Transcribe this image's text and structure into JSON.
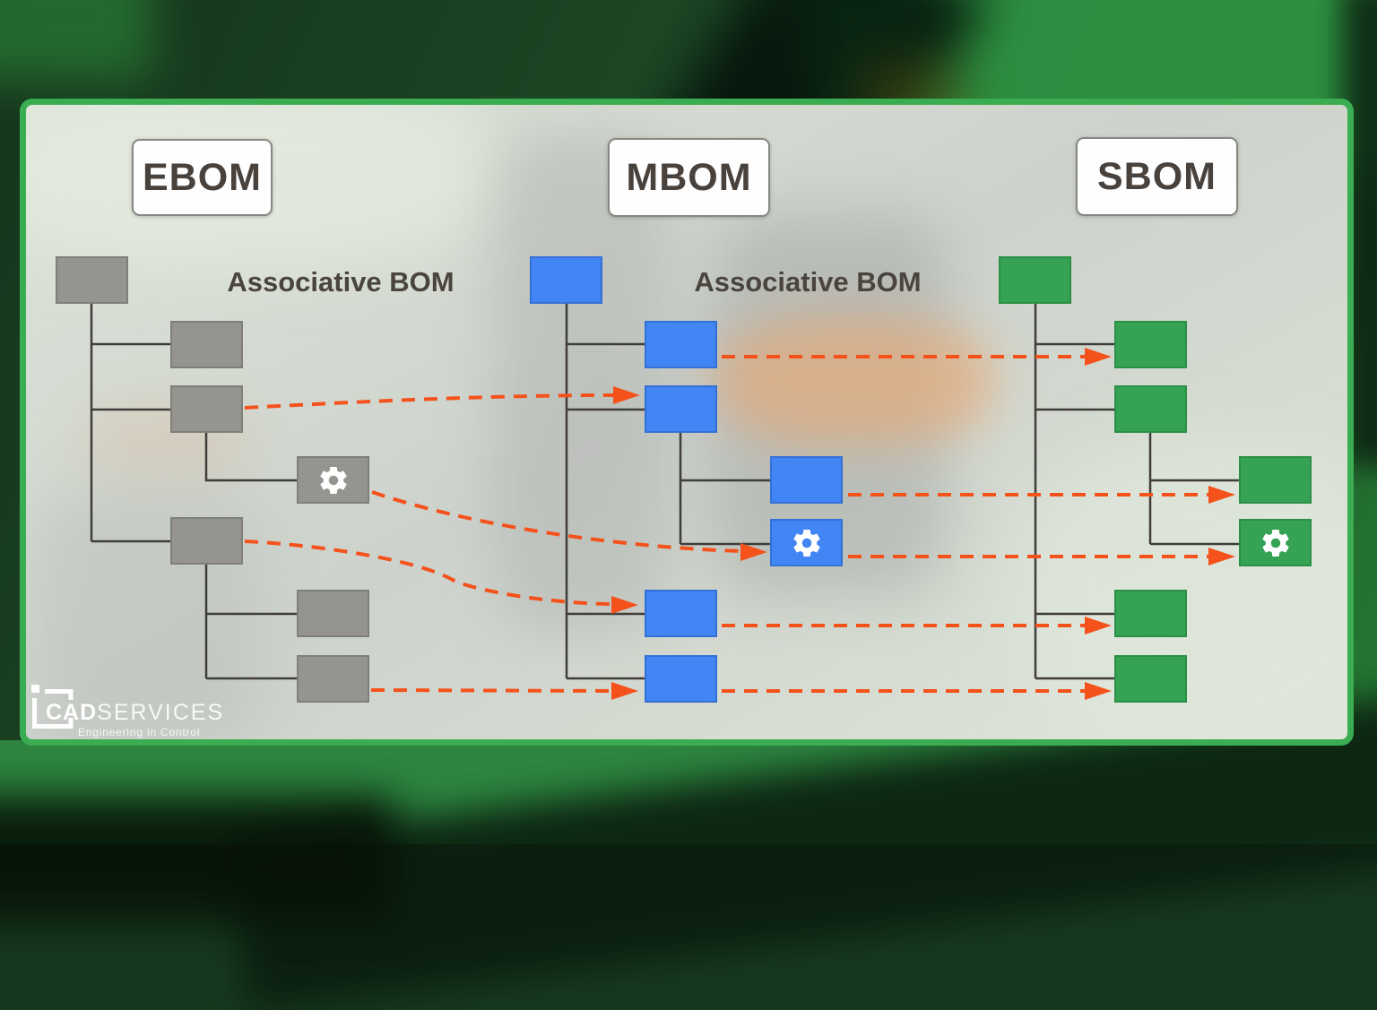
{
  "headers": [
    {
      "id": "ebom",
      "label": "EBOM"
    },
    {
      "id": "mbom",
      "label": "MBOM"
    },
    {
      "id": "sbom",
      "label": "SBOM"
    }
  ],
  "labels": {
    "associative_left": "Associative BOM",
    "associative_right": "Associative BOM"
  },
  "colors": {
    "ebom_node": "#96948f",
    "mbom_node": "#4285f4",
    "sbom_node": "#35a353",
    "arrow": "#f4511b",
    "tree_line": "#3f3c39",
    "panel_border": "#3aad52",
    "background_green": "#2d8540",
    "header_text": "#49423c"
  },
  "icons": {
    "gear-icon": "⚙"
  },
  "logo": {
    "cad": "CAD",
    "services": "SERVICES",
    "tagline": "Engineering in Control"
  }
}
